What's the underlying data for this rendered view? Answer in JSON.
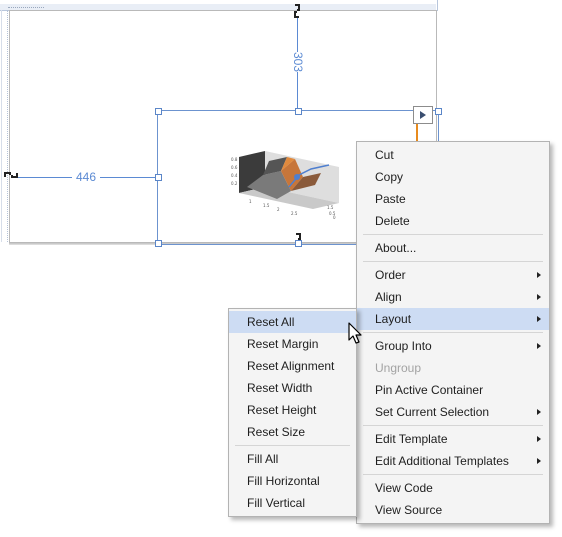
{
  "dimensions": {
    "vertical_value": "303",
    "horizontal_value": "446"
  },
  "icons": {
    "anchor": "anchor-chain-icon",
    "smart_tag": "smart-tag-arrow-icon",
    "cursor": "mouse-pointer-icon",
    "submenu_arrow": "chevron-right-icon"
  },
  "colors": {
    "selection_blue": "#5b8ad3",
    "menu_highlight": "#cddcf3",
    "menu_background": "#f4f4f4",
    "disabled_text": "#a3a3a3",
    "smart_tag_stem": "#e88b1e"
  },
  "context_menu": {
    "groups": [
      [
        {
          "label": "Cut"
        },
        {
          "label": "Copy"
        },
        {
          "label": "Paste"
        },
        {
          "label": "Delete"
        }
      ],
      [
        {
          "label": "About..."
        }
      ],
      [
        {
          "label": "Order",
          "submenu": true
        },
        {
          "label": "Align",
          "submenu": true
        },
        {
          "label": "Layout",
          "submenu": true,
          "highlighted": true
        }
      ],
      [
        {
          "label": "Group Into",
          "submenu": true
        },
        {
          "label": "Ungroup",
          "disabled": true
        },
        {
          "label": "Pin Active Container"
        },
        {
          "label": "Set Current Selection",
          "submenu": true
        }
      ],
      [
        {
          "label": "Edit Template",
          "submenu": true
        },
        {
          "label": "Edit Additional Templates",
          "submenu": true
        }
      ],
      [
        {
          "label": "View Code"
        },
        {
          "label": "View Source"
        }
      ]
    ]
  },
  "layout_submenu": {
    "groups": [
      [
        {
          "label": "Reset All",
          "highlighted": true
        },
        {
          "label": "Reset Margin"
        },
        {
          "label": "Reset Alignment"
        },
        {
          "label": "Reset Width"
        },
        {
          "label": "Reset Height"
        },
        {
          "label": "Reset Size"
        }
      ],
      [
        {
          "label": "Fill All"
        },
        {
          "label": "Fill Horizontal"
        },
        {
          "label": "Fill Vertical"
        }
      ]
    ]
  }
}
